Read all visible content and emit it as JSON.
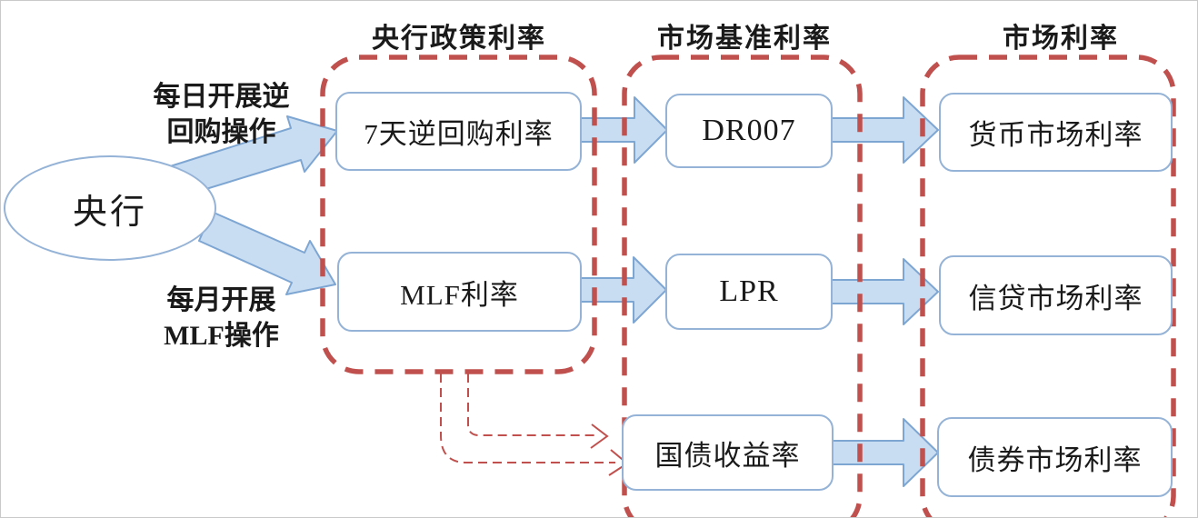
{
  "diagram": {
    "source_node": "央行",
    "edge_labels": {
      "daily_line1": "每日开展逆",
      "daily_line2": "回购操作",
      "monthly_line1": "每月开展",
      "monthly_line2": "MLF操作"
    },
    "groups": [
      {
        "title": "央行政策利率",
        "items": [
          "7天逆回购利率",
          "MLF利率"
        ]
      },
      {
        "title": "市场基准利率",
        "items": [
          "DR007",
          "LPR",
          "国债收益率"
        ]
      },
      {
        "title": "市场利率",
        "items": [
          "货币市场利率",
          "信贷市场利率",
          "债券市场利率"
        ]
      }
    ],
    "colors": {
      "dashed_red": "#c0504d",
      "arrow_fill": "#c9ddf2",
      "arrow_stroke": "#7ea6d3",
      "box_border": "#95b3d7",
      "text": "#1a1a1a",
      "background": "#ffffff"
    }
  }
}
